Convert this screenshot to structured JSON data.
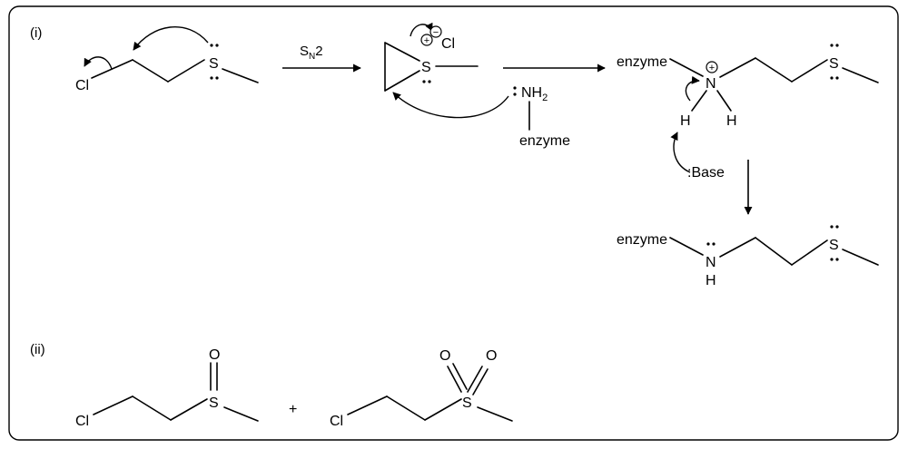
{
  "part_labels": {
    "i": "(i)",
    "ii": "(ii)"
  },
  "atoms": {
    "cl": "Cl",
    "s": "S",
    "n": "N",
    "h": "H",
    "o": "O",
    "nh": "NH",
    "sub2": "2",
    "base": ":Base",
    "enzyme": "enzyme",
    "plus": "+",
    "charge_plus": "+",
    "charge_minus": "−"
  },
  "reagent": {
    "s": "S",
    "n": "N",
    "two": "2"
  }
}
